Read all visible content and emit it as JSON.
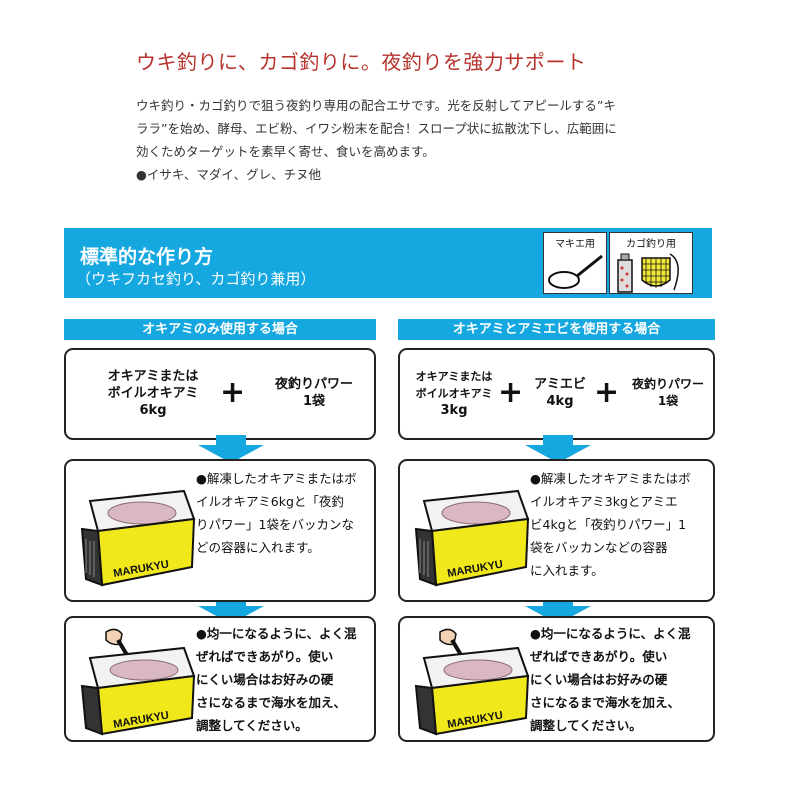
{
  "headline": "ウキ釣りに、カゴ釣りに。夜釣りを強力サポート",
  "description": {
    "lines": [
      "ウキ釣り・カゴ釣りで狙う夜釣り専用の配合エサです。光を反射してアピールする”キ",
      "ララ”を始め、酵母、エビ粉、イワシ粉末を配合！スロープ状に拡散沈下し、広範囲に",
      "効くためターゲットを素早く寄せ、食いを高めます。",
      "●イサキ、マダイ、グレ、チヌ他"
    ]
  },
  "banner": {
    "title": "標準的な作り方",
    "subtitle": "（ウキフカセ釣り、カゴ釣り兼用）",
    "usage_makie": "マキエ用",
    "usage_kago": "カゴ釣り用"
  },
  "left": {
    "header": "オキアミのみ使用する場合",
    "formula": {
      "item1": [
        "オキアミまたは",
        "ボイルオキアミ",
        "6kg"
      ],
      "plus": "+",
      "item2": [
        "夜釣りパワー",
        "1袋"
      ]
    },
    "step1": [
      "●解凍したオキアミまたはボ",
      "イルオキアミ6kgと「夜釣",
      "りパワー」1袋をバッカンな",
      "どの容器に入れます。"
    ],
    "step2": [
      "●均一になるように、よく混",
      "ぜればできあがり。使い",
      "にくい場合はお好みの硬",
      "さになるまで海水を加え、",
      "調整してください。"
    ]
  },
  "right": {
    "header": "オキアミとアミエビを使用する場合",
    "formula": {
      "item1": [
        "オキアミまたは",
        "ボイルオキアミ",
        "3kg"
      ],
      "plus1": "+",
      "item2": [
        "アミエビ",
        "4kg"
      ],
      "plus2": "+",
      "item3": [
        "夜釣りパワー",
        "1袋"
      ]
    },
    "step1": [
      "●解凍したオキアミまたはボ",
      "イルオキアミ3kgとアミエ",
      "ビ4kgと「夜釣りパワー」1",
      "袋をバッカンなどの容器",
      "に入れます。"
    ],
    "step2": [
      "●均一になるように、よく混",
      "ぜればできあがり。使い",
      "にくい場合はお好みの硬",
      "さになるまで海水を加え、",
      "調整してください。"
    ]
  },
  "bucket_brand": "MARUKYU",
  "colors": {
    "accent_blue": "#15a7e0",
    "headline_red": "#b7322c",
    "bucket_yellow": "#f0e81a"
  }
}
